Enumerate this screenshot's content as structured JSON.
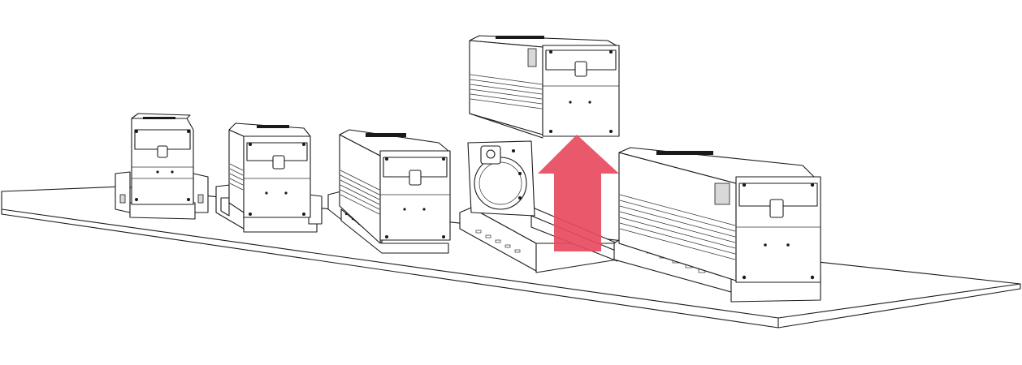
{
  "diagram": {
    "description_text": "",
    "accent_color": "#e84a5f",
    "line_color": "#1a1a1a",
    "background": "#ffffff",
    "units": [
      {
        "id": "unit-1",
        "size": "small"
      },
      {
        "id": "unit-2",
        "size": "medium"
      },
      {
        "id": "unit-3",
        "size": "large"
      },
      {
        "id": "unit-4",
        "size": "lifted"
      },
      {
        "id": "unit-5",
        "size": "extra-large"
      }
    ],
    "arrow": {
      "direction": "up",
      "icon": "arrow-up-icon"
    }
  }
}
